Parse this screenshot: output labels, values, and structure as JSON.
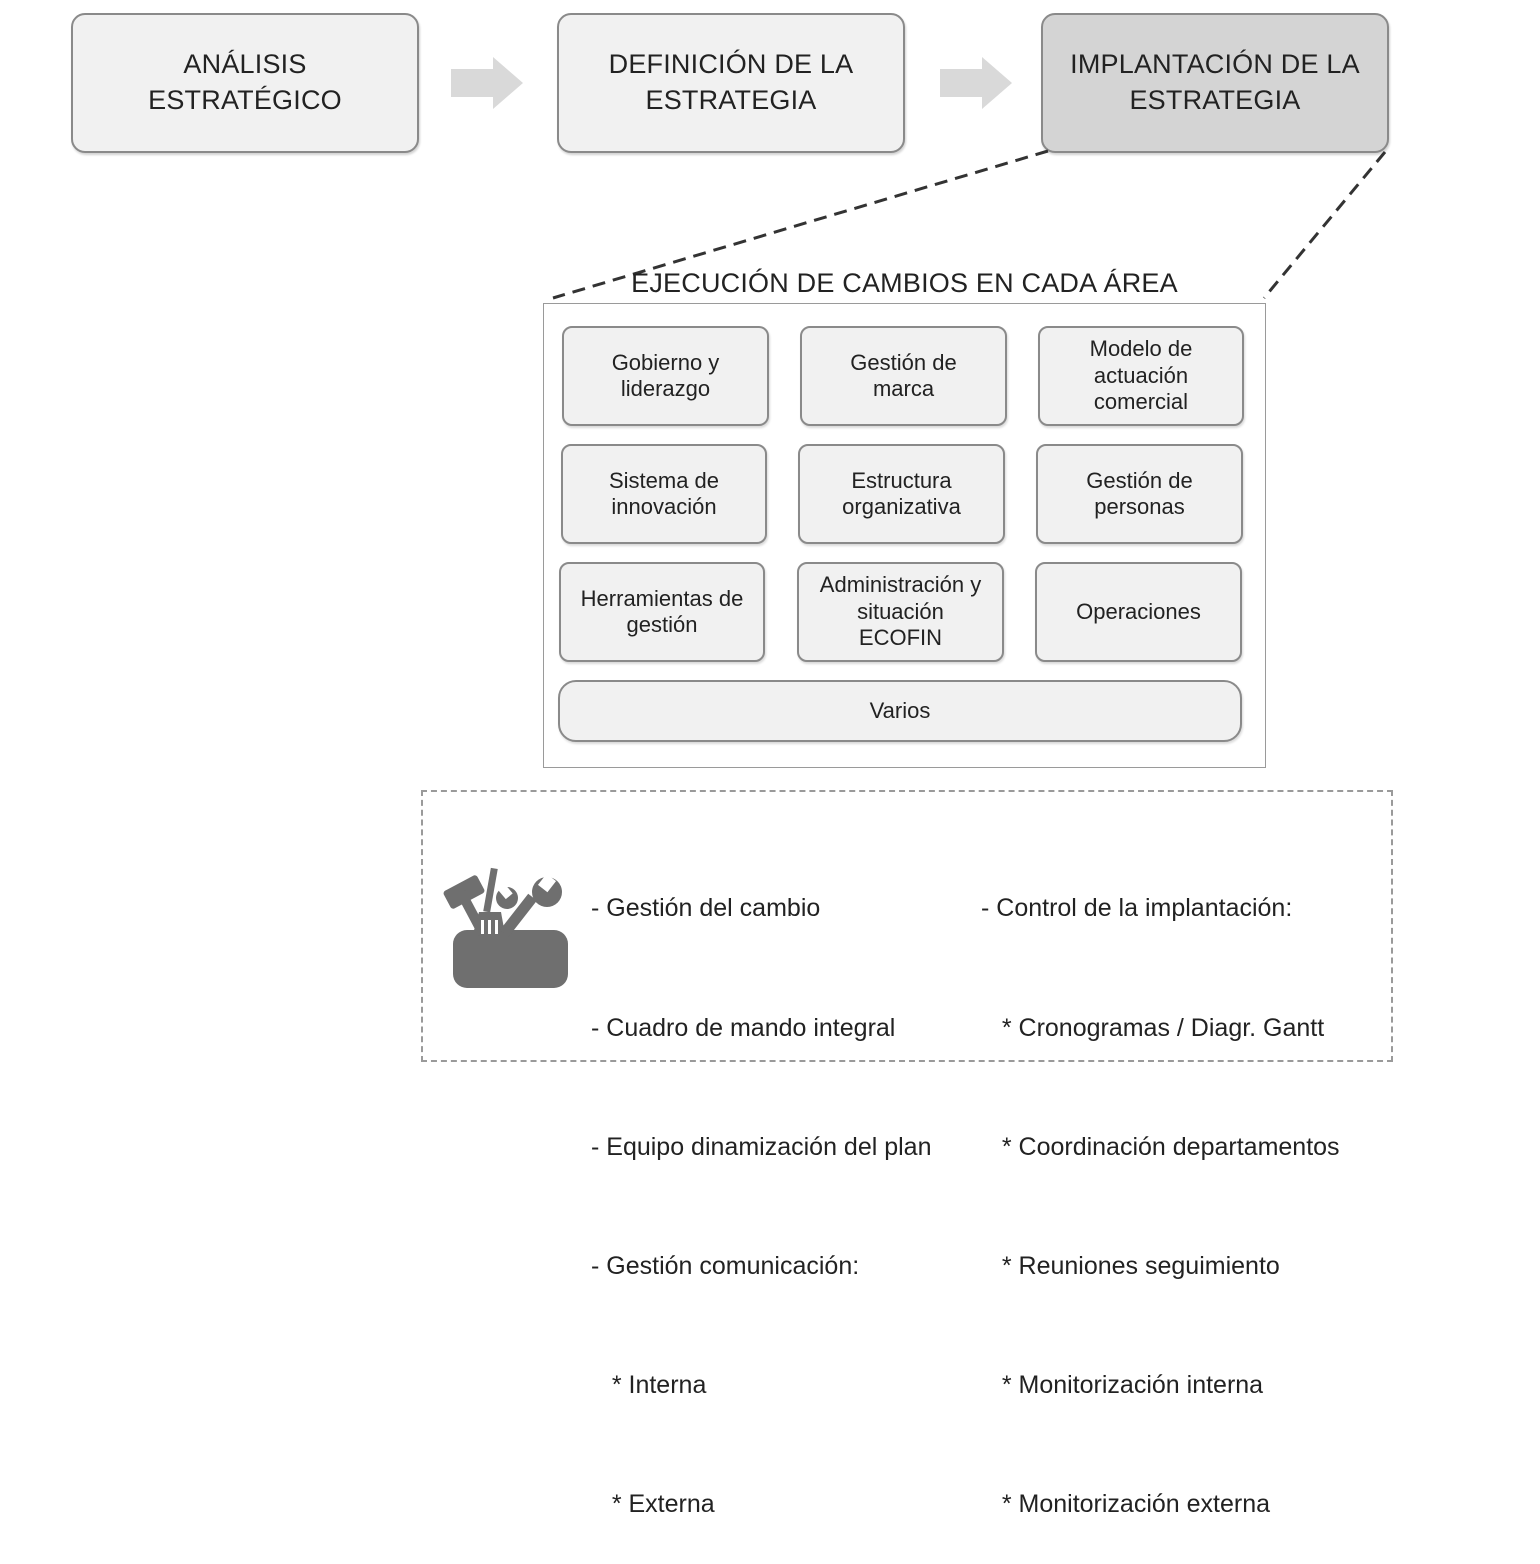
{
  "stages": [
    {
      "label": "ANÁLISIS\nESTRATÉGICO"
    },
    {
      "label": "DEFINICIÓN DE LA\nESTRATEGIA"
    },
    {
      "label": "IMPLANTACIÓN DE LA\nESTRATEGIA"
    }
  ],
  "execution": {
    "title": "EJECUCIÓN DE CAMBIOS EN CADA ÁREA",
    "areas": [
      {
        "label": "Gobierno y\nliderazgo"
      },
      {
        "label": "Gestión de\nmarca"
      },
      {
        "label": "Modelo de\nactuación\ncomercial"
      },
      {
        "label": "Sistema de\ninnovación"
      },
      {
        "label": "Estructura\norganizativa"
      },
      {
        "label": "Gestión de\npersonas"
      },
      {
        "label": "Herramientas de\ngestión"
      },
      {
        "label": "Administración y\nsituación\nECOFIN"
      },
      {
        "label": "Operaciones"
      },
      {
        "label": "Varios"
      }
    ]
  },
  "tools": {
    "icon": "toolbox-icon",
    "left_list": [
      "- Gestión del cambio",
      "- Cuadro de mando integral",
      "- Equipo dinamización del plan",
      "- Gestión comunicación:",
      "   * Interna",
      "   * Externa"
    ],
    "right_list": [
      "- Control de la implantación:",
      "   * Cronogramas / Diagr. Gantt",
      "   * Coordinación departamentos",
      "   * Reuniones seguimiento",
      "   * Monitorización interna",
      "   * Monitorización externa"
    ]
  },
  "colors": {
    "box_fill": "#f1f1f1",
    "active_box_fill": "#d4d4d4",
    "border": "#8a8a8a",
    "arrow": "#d9d9d9",
    "icon": "#6f6f6f"
  }
}
